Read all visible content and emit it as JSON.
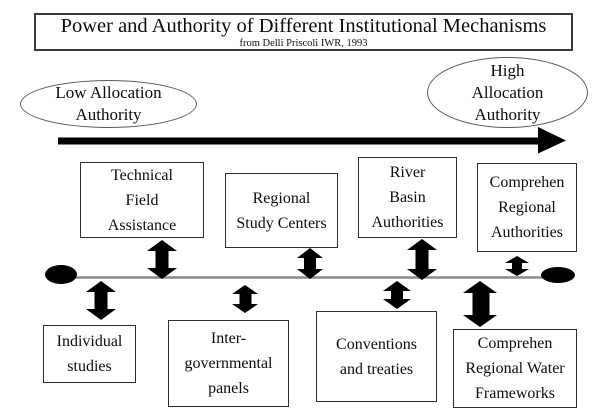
{
  "title": {
    "text": "Power and Authority of Different Institutional Mechanisms",
    "subtitle": "from Delli Priscoli IWR, 1993"
  },
  "spectrum": {
    "low_label": "Low Allocation\nAuthority",
    "high_label": "High\nAllocation\nAuthority"
  },
  "upper_boxes": [
    {
      "label": "Technical\nField\nAssistance"
    },
    {
      "label": "Regional\nStudy Centers"
    },
    {
      "label": "River\nBasin\nAuthorities"
    },
    {
      "label": "Comprehen\nRegional\nAuthorities"
    }
  ],
  "lower_boxes": [
    {
      "label": "Individual\nstudies"
    },
    {
      "label": "Inter-\ngovernmental\npanels"
    },
    {
      "label": "Conventions\nand treaties"
    },
    {
      "label": "Comprehen\nRegional Water\nFrameworks"
    }
  ],
  "colors": {
    "arrow": "#000000",
    "axis_line": "#8a8a8a",
    "box_border": "#2e2e2e"
  }
}
